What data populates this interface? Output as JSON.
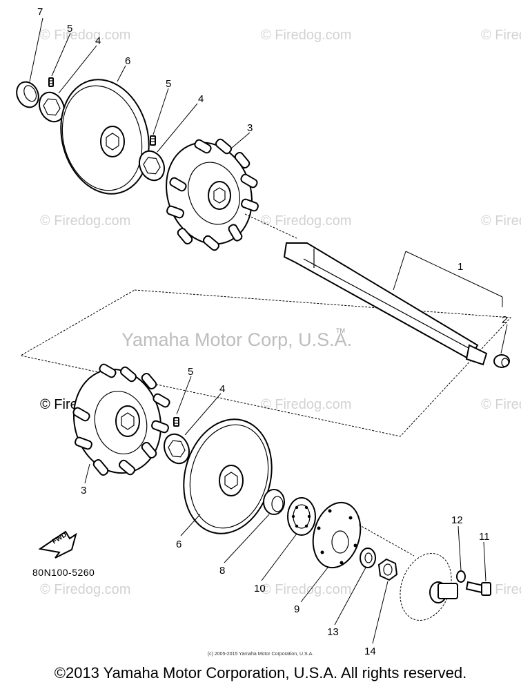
{
  "watermark": "© Firedog.com",
  "center_watermark": "Yamaha Motor Corp, U.S.A.",
  "trademark": "TM",
  "diagram_code": "80N100-5260",
  "fwd_label": "FWD",
  "labels": {
    "p1": "1",
    "p2": "2",
    "p3a": "3",
    "p3b": "3",
    "p4a": "4",
    "p4b": "4",
    "p4c": "4",
    "p5a": "5",
    "p5b": "5",
    "p5c": "5",
    "p6a": "6",
    "p6b": "6",
    "p7": "7",
    "p8": "8",
    "p9": "9",
    "p10": "10",
    "p11": "11",
    "p12": "12",
    "p13": "13",
    "p14": "14"
  },
  "small_copyright": "(c) 2005-2015 Yamaha Motor Corporation, U.S.A.",
  "copyright": "©2013 Yamaha Motor Corporation, U.S.A. All rights reserved."
}
